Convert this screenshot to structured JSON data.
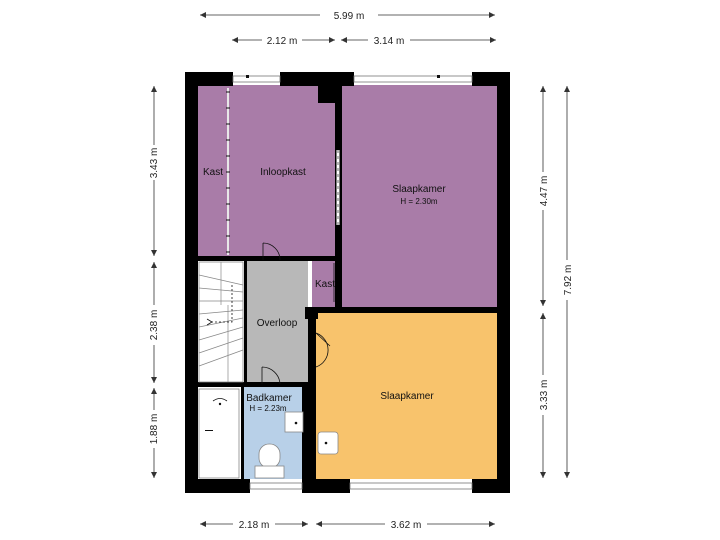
{
  "colors": {
    "wall": "#000000",
    "bedroom_purple": "#a97ca8",
    "bedroom_orange": "#f8c36c",
    "hallway": "#b8b8b8",
    "bathroom": "#b8d0e8",
    "stairs": "#ffffff",
    "dimension_line": "#333333"
  },
  "dimensions": {
    "top_total": "5.99 m",
    "top_left": "2.12 m",
    "top_right": "3.14 m",
    "bottom_left": "2.18 m",
    "bottom_right": "3.62 m",
    "left_top": "3.43 m",
    "left_middle": "2.38 m",
    "left_bottom": "1.88 m",
    "right_inner_top": "4.47 m",
    "right_inner_bottom": "3.33 m",
    "right_total": "7.92 m"
  },
  "rooms": {
    "kast_left": "Kast",
    "inloopkast": "Inloopkast",
    "slaapkamer_top": "Slaapkamer",
    "slaapkamer_top_height": "H = 2.30m",
    "kast_small": "Kast",
    "overloop": "Overloop",
    "badkamer": "Badkamer",
    "badkamer_height": "H = 2.23m",
    "slaapkamer_bottom": "Slaapkamer"
  },
  "icons": {
    "stairs": "stairs-icon",
    "bathtub": "bathtub-icon",
    "sink": "sink-icon",
    "toilet": "toilet-icon",
    "door_swing": "door-swing-icon",
    "window": "window-icon"
  }
}
